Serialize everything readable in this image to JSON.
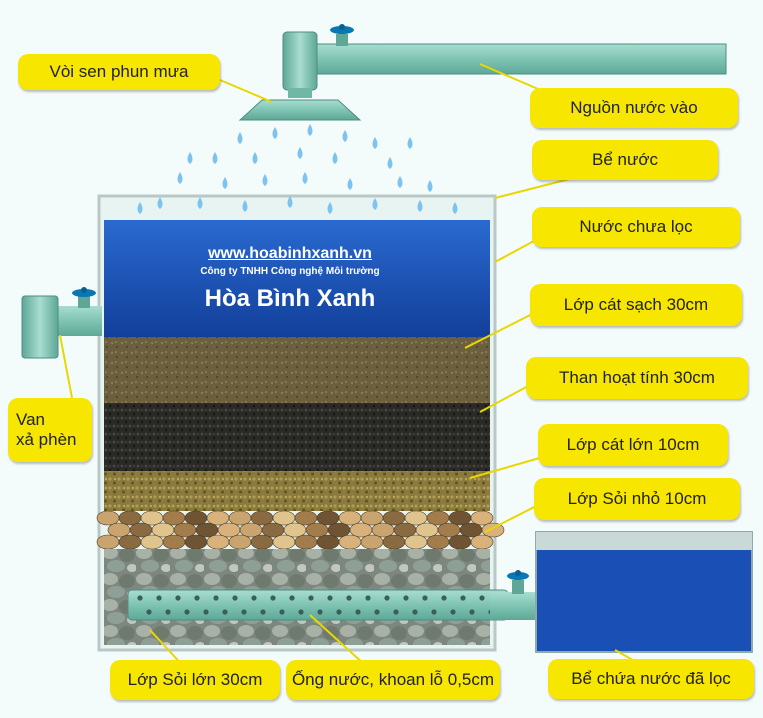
{
  "watermark": {
    "url": "www.hoabinhxanh.vn",
    "company": "Công ty TNHH Công nghệ Môi trường",
    "brand": "Hòa Bình Xanh"
  },
  "labels": {
    "shower_head": "Vòi sen phun mưa",
    "water_source": "Nguồn nước vào",
    "water_tank": "Bể nước",
    "unfiltered_water": "Nước chưa lọc",
    "clean_sand": "Lớp cát sạch 30cm",
    "activated_carbon": "Than hoạt tính  30cm",
    "coarse_sand": "Lớp cát lớn 10cm",
    "small_gravel": "Lớp Sỏi nhỏ  10cm",
    "large_gravel": "Lớp Sỏi lớn 30cm",
    "pipe": "Ống nước, khoan lỗ 0,5cm",
    "filtered_tank": "Bể chứa nước đã lọc",
    "valve_line1": "Van",
    "valve_line2": "xả phèn"
  },
  "colors": {
    "callout": "#f7e600",
    "water": "#1a52b8",
    "pipe": "#8fcfc0",
    "valve": "#0a77b5",
    "clean_sand": "#6b5f3e",
    "carbon": "#2a2a26",
    "coarse_sand": "#8a7a3c",
    "pebbles": "#b08a58",
    "large_gravel": "#8e9a90"
  }
}
